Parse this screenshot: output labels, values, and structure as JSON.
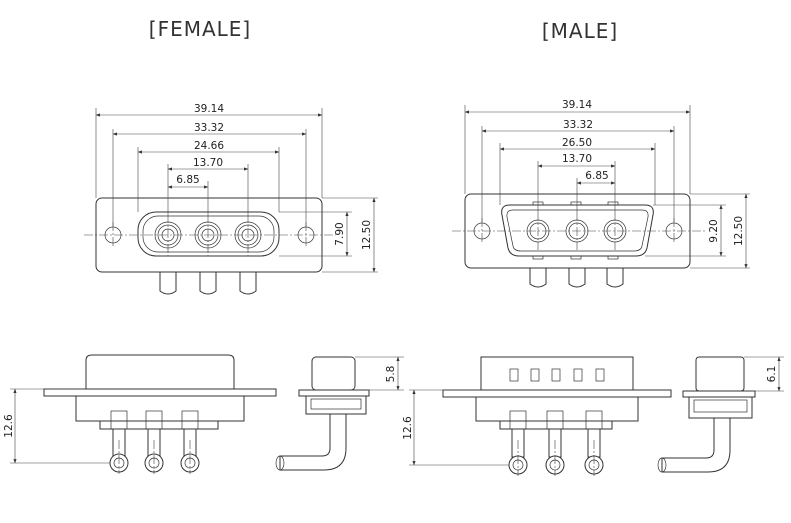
{
  "titles": {
    "female": "[FEMALE]",
    "male": "[MALE]"
  },
  "female_front": {
    "d1": "39.14",
    "d2": "33.32",
    "d3": "24.66",
    "d4": "13.70",
    "d5": "6.85",
    "h_inner": "7.90",
    "h_outer": "12.50"
  },
  "male_front": {
    "d1": "39.14",
    "d2": "33.32",
    "d3": "26.50",
    "d4": "13.70",
    "d5": "6.85",
    "h_inner": "9.20",
    "h_outer": "12.50"
  },
  "female_side": {
    "height": "12.6",
    "right_height": "5.8"
  },
  "male_side": {
    "height": "12.6",
    "right_height": "6.1"
  }
}
